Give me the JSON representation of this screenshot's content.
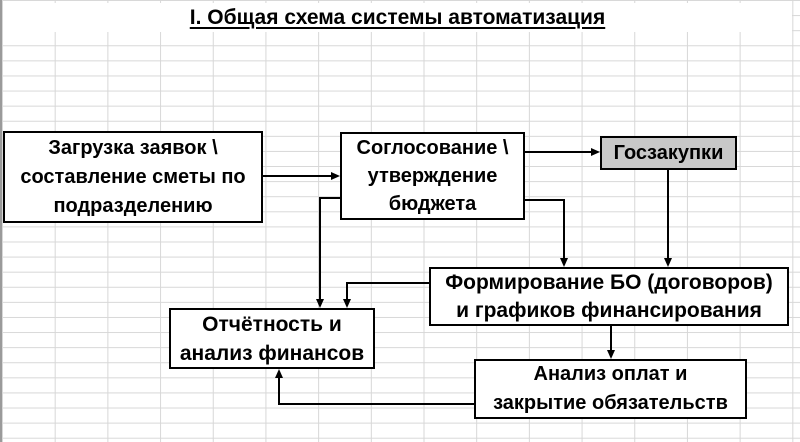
{
  "title": "I. Общая схема системы автоматизация",
  "colors": {
    "box_fill": "#ffffff",
    "goszakupki_fill": "#c8c8c8",
    "border": "#000000",
    "grid_line": "#d7d7d7",
    "text": "#000000"
  },
  "boxes": {
    "zagruzka": {
      "lines": [
        "Загрузка заявок \\",
        "составление сметы по",
        "подразделению"
      ]
    },
    "soglasovanie": {
      "lines": [
        "Соглосование \\",
        "утверждение",
        "бюджета"
      ]
    },
    "goszakupki": {
      "lines": [
        "Госзакупки"
      ]
    },
    "formirovanie": {
      "lines": [
        "Формирование БО (договоров)",
        "и графиков финансирования"
      ]
    },
    "otchetnost": {
      "lines": [
        "Отчётность и",
        "анализ финансов"
      ]
    },
    "analiz": {
      "lines": [
        "Анализ оплат и",
        "закрытие обязательств"
      ]
    }
  },
  "edges": [
    {
      "from": "zagruzka",
      "to": "soglasovanie"
    },
    {
      "from": "soglasovanie",
      "to": "goszakupki"
    },
    {
      "from": "soglasovanie",
      "to": "formirovanie"
    },
    {
      "from": "goszakupki",
      "to": "formirovanie"
    },
    {
      "from": "soglasovanie",
      "to": "otchetnost"
    },
    {
      "from": "formirovanie",
      "to": "otchetnost"
    },
    {
      "from": "formirovanie",
      "to": "analiz"
    },
    {
      "from": "analiz",
      "to": "otchetnost"
    }
  ]
}
